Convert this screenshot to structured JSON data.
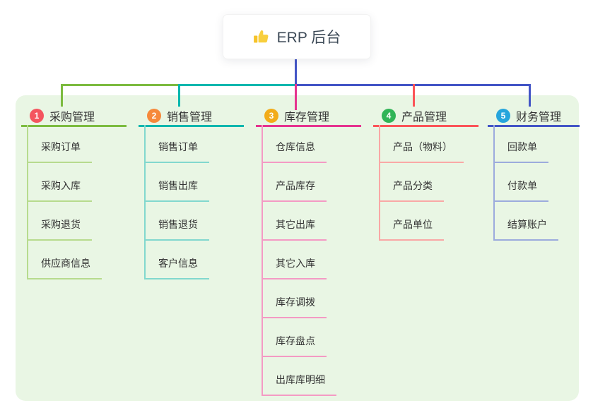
{
  "root": {
    "icon": "thumbs-up-icon",
    "title": "ERP 后台"
  },
  "panel_background": "#e9f6e4",
  "branches": [
    {
      "badge": "1",
      "label": "采购管理",
      "colors": {
        "main": "#7cbb3f",
        "light": "#b7db8e",
        "badge": "#f4555f"
      },
      "css_vars": "--main:#7cbb3f;--light:#b7db8e;--badge:#f4555f",
      "children": [
        "采购订单",
        "采购入库",
        "采购退货",
        "供应商信息"
      ]
    },
    {
      "badge": "2",
      "label": "销售管理",
      "colors": {
        "main": "#00b7ae",
        "light": "#82d8ce",
        "badge": "#f6893b"
      },
      "css_vars": "--main:#00b7ae;--light:#82d8ce;--badge:#f6893b",
      "children": [
        "销售订单",
        "销售出库",
        "销售退货",
        "客户信息"
      ]
    },
    {
      "badge": "3",
      "label": "库存管理",
      "colors": {
        "main": "#e5338f",
        "light": "#f49ac4",
        "badge": "#f2ac19"
      },
      "css_vars": "--main:#e5338f;--light:#f49ac4;--badge:#f2ac19",
      "children": [
        "仓库信息",
        "产品库存",
        "其它出库",
        "其它入库",
        "库存调拨",
        "库存盘点",
        "出库库明细"
      ]
    },
    {
      "badge": "4",
      "label": "产品管理",
      "colors": {
        "main": "#fb5458",
        "light": "#f9a8a6",
        "badge": "#31b457"
      },
      "css_vars": "--main:#fb5458;--light:#f9a8a6;--badge:#31b457",
      "children": [
        "产品（物料）",
        "产品分类",
        "产品单位"
      ]
    },
    {
      "badge": "5",
      "label": "财务管理",
      "colors": {
        "main": "#4355c6",
        "light": "#9cabdd",
        "badge": "#26a5dc"
      },
      "css_vars": "--main:#4355c6;--light:#9cabdd;--badge:#26a5dc",
      "children": [
        "回款单",
        "付款单",
        "结算账户"
      ]
    }
  ]
}
